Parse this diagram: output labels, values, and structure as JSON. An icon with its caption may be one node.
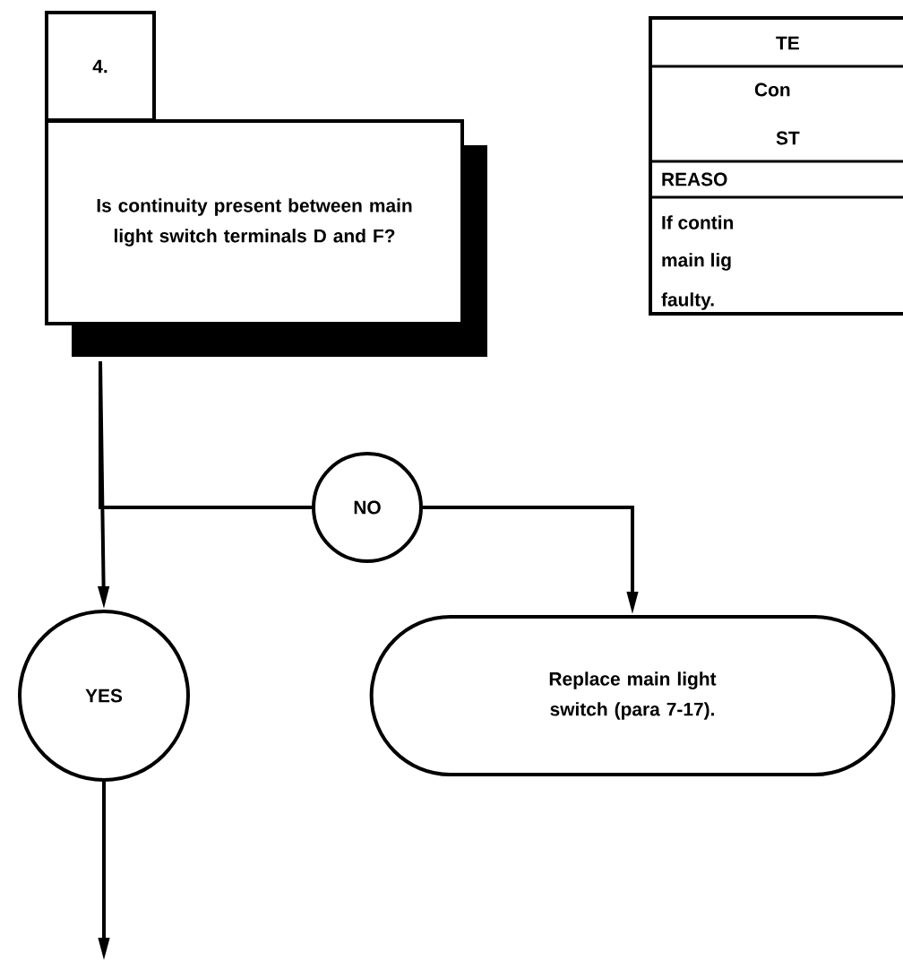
{
  "diagram": {
    "nodes": [
      {
        "text": [
          "4."
        ]
      },
      {
        "text": [
          "Is continuity present between main light switch terminals D and F?"
        ]
      },
      {
        "text": [
          "NO"
        ]
      },
      {
        "text": [
          "YES"
        ]
      },
      {
        "text": [
          "Replace main light switch (para 7-17)."
        ]
      }
    ],
    "edges": [
      {
        "from": 1,
        "to": 3,
        "arrow": "to"
      },
      {
        "from": 1,
        "to": 2,
        "arrow": "none"
      },
      {
        "from": 2,
        "to": 4,
        "arrow": "to"
      },
      {
        "from": 3,
        "to": null,
        "arrow": "to"
      }
    ],
    "labels": [
      "TE",
      "Con",
      "ST",
      "REASO",
      "If contin",
      "main lig",
      "faulty."
    ]
  }
}
